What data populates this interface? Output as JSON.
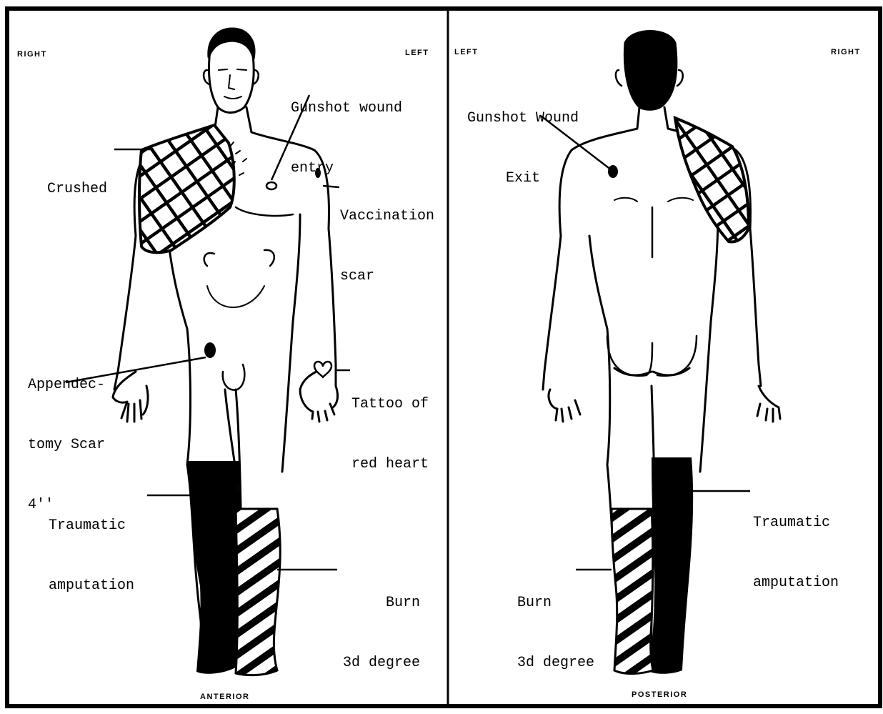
{
  "anterior": {
    "right_label": "RIGHT",
    "left_label": "LEFT",
    "view_label": "ANTERIOR",
    "annotations": {
      "gunshot_entry": [
        "Gunshot wound",
        "entry"
      ],
      "crushed": [
        "Crushed"
      ],
      "vaccination": [
        "Vaccination",
        "scar"
      ],
      "appendectomy": [
        "Appendec-",
        "tomy Scar",
        "4''"
      ],
      "tattoo": [
        "Tattoo of",
        "red heart"
      ],
      "traumatic": [
        "Traumatic",
        "amputation"
      ],
      "burn": [
        "Burn",
        "3d degree"
      ]
    }
  },
  "posterior": {
    "left_label": "LEFT",
    "right_label": "RIGHT",
    "view_label": "POSTERIOR",
    "annotations": {
      "gunshot_exit": [
        "Gunshot Wound",
        "Exit"
      ],
      "traumatic": [
        "Traumatic",
        "amputation"
      ],
      "burn": [
        "Burn",
        "3d degree"
      ]
    }
  },
  "colors": {
    "ink": "#000000",
    "paper": "#ffffff"
  }
}
